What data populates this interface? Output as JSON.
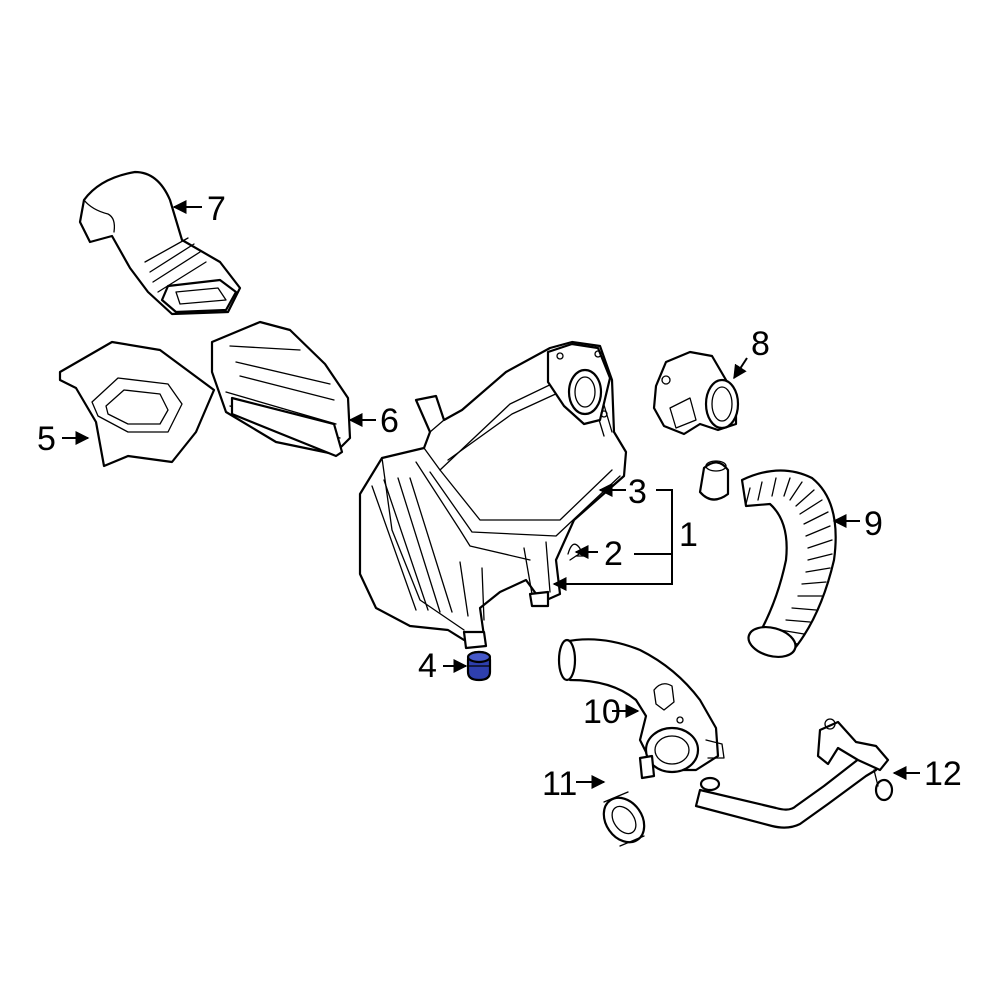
{
  "callouts": [
    {
      "id": "1",
      "label": "1"
    },
    {
      "id": "2",
      "label": "2"
    },
    {
      "id": "3",
      "label": "3"
    },
    {
      "id": "4",
      "label": "4"
    },
    {
      "id": "5",
      "label": "5"
    },
    {
      "id": "6",
      "label": "6"
    },
    {
      "id": "7",
      "label": "7"
    },
    {
      "id": "8",
      "label": "8"
    },
    {
      "id": "9",
      "label": "9"
    },
    {
      "id": "10",
      "label": "10"
    },
    {
      "id": "11",
      "label": "11"
    },
    {
      "id": "12",
      "label": "12"
    }
  ],
  "highlight_part": "4",
  "colors": {
    "highlight": "#2e3fae",
    "line": "#000000",
    "background": "#ffffff"
  }
}
